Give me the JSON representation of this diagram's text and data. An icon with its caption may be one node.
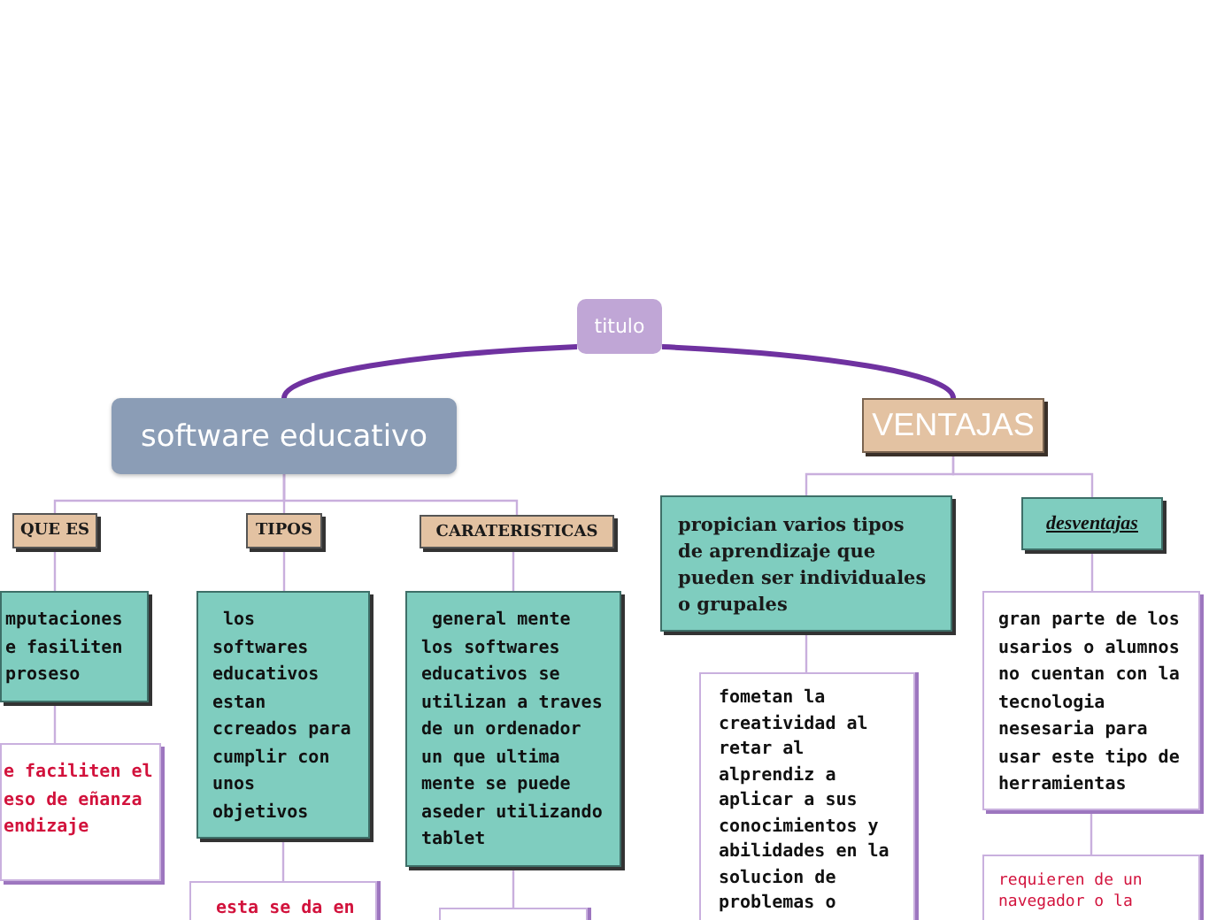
{
  "diagram": {
    "nodes": [
      {
        "text": [
          "titulo"
        ]
      },
      {
        "text": [
          "software educativo"
        ]
      },
      {
        "text": [
          "VENTAJAS"
        ]
      },
      {
        "text": [
          "QUE ES"
        ]
      },
      {
        "text": [
          "TIPOS"
        ]
      },
      {
        "text": [
          "CARATERISTICAS"
        ]
      },
      {
        "text": [
          "mputaciones e fasiliten proseso"
        ]
      },
      {
        "text": [
          "e faciliten el eso de eñanza endizaje"
        ]
      },
      {
        "text": [
          "los softwares educativos estan ccreados para cumplir con unos objetivos"
        ]
      },
      {
        "text": [
          "esta se da en"
        ]
      },
      {
        "text": [
          "general mente los softwares educativos se utilizan a traves de un ordenador un que ultima mente se puede aseder utilizando tablet"
        ]
      },
      {
        "text": [],
        "shape": "box"
      },
      {
        "text": [
          "propician varios tipos de aprendizaje que pueden ser individuales o grupales"
        ]
      },
      {
        "text": [
          "desventajas"
        ]
      },
      {
        "text": [
          "fometan la creatividad al retar al alprendiz a aplicar a sus conocimientos y abilidades en la solucion de problemas o"
        ]
      },
      {
        "text": [
          "gran parte de los usarios o alumnos no cuentan con la tecnologia nesesaria para usar este tipo de herramientas"
        ]
      },
      {
        "text": [
          "requieren de un navegador o la"
        ]
      }
    ],
    "edges": [
      {
        "from": 0,
        "to": 1,
        "arrow": "none",
        "style": "thick",
        "color": "#6f32a0"
      },
      {
        "from": 0,
        "to": 2,
        "arrow": "none",
        "style": "thick",
        "color": "#6f32a0"
      },
      {
        "from": 1,
        "to": 3,
        "arrow": "none"
      },
      {
        "from": 1,
        "to": 4,
        "arrow": "none"
      },
      {
        "from": 1,
        "to": 5,
        "arrow": "none"
      },
      {
        "from": 3,
        "to": 6,
        "arrow": "none"
      },
      {
        "from": 6,
        "to": 7,
        "arrow": "none"
      },
      {
        "from": 4,
        "to": 8,
        "arrow": "none"
      },
      {
        "from": 8,
        "to": 9,
        "arrow": "none"
      },
      {
        "from": 5,
        "to": 10,
        "arrow": "none"
      },
      {
        "from": 10,
        "to": 11,
        "arrow": "none"
      },
      {
        "from": 2,
        "to": 12,
        "arrow": "none"
      },
      {
        "from": 2,
        "to": 13,
        "arrow": "none"
      },
      {
        "from": 12,
        "to": 14,
        "arrow": "none"
      },
      {
        "from": 13,
        "to": 15,
        "arrow": "none"
      },
      {
        "from": 15,
        "to": 16,
        "arrow": "none"
      }
    ]
  }
}
